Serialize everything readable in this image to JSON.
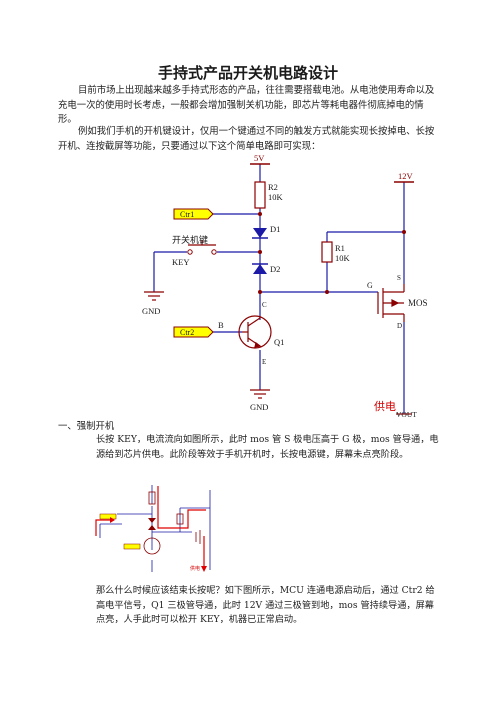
{
  "title": "手持式产品开关机电路设计",
  "intro": "目前市场上出现越来越多手持式形态的产品，往往需要搭载电池。从电池使用寿命以及充电一次的使用时长考虑，一般都会增加强制关机功能，即芯片等耗电器件彻底掉电的情形。",
  "example": "例如我们手机的开机键设计，仅用一个键通过不同的触发方式就能实现长按掉电、长按开机、连按截屏等功能，只要通过以下这个简单电路即可实现：",
  "section1_heading": "一、强制开机",
  "section1_text": "长按 KEY，电流流向如图所示，此时 mos 管 S 极电压高于 G 极，mos 管导通，电源给到芯片供电。此阶段等效于手机开机时，长按电源键，屏幕未点亮阶段。",
  "section2_text": "那么什么时候应该结束长按呢？如下图所示，MCU 连通电源启动后，通过 Ctr2 给高电平信号，Q1 三极管导通，此时 12V 通过三极管到地，mos 管持续导通，屏幕点亮，人手此时可以松开 KEY，机器已正常启动。",
  "circuit": {
    "v5": "5V",
    "v12": "12V",
    "r2": "R2",
    "r2_val": "10K",
    "r1": "R1",
    "r1_val": "10K",
    "ctr1": "Ctr1",
    "ctr2": "Ctr2",
    "d1": "D1",
    "d2": "D2",
    "key_label": "开关机键",
    "key": "KEY",
    "gnd": "GND",
    "b": "B",
    "c": "C",
    "e": "E",
    "q1": "Q1",
    "g": "G",
    "s": "S",
    "d": "D",
    "mos": "MOS",
    "supply": "供电",
    "vout": "VOUT"
  },
  "colors": {
    "wire": "#1a1aa6",
    "node": "#8b0000",
    "component": "#8b0000",
    "port_fill": "#ffff00",
    "accent_red": "#d40000",
    "flow": "#e00000"
  }
}
